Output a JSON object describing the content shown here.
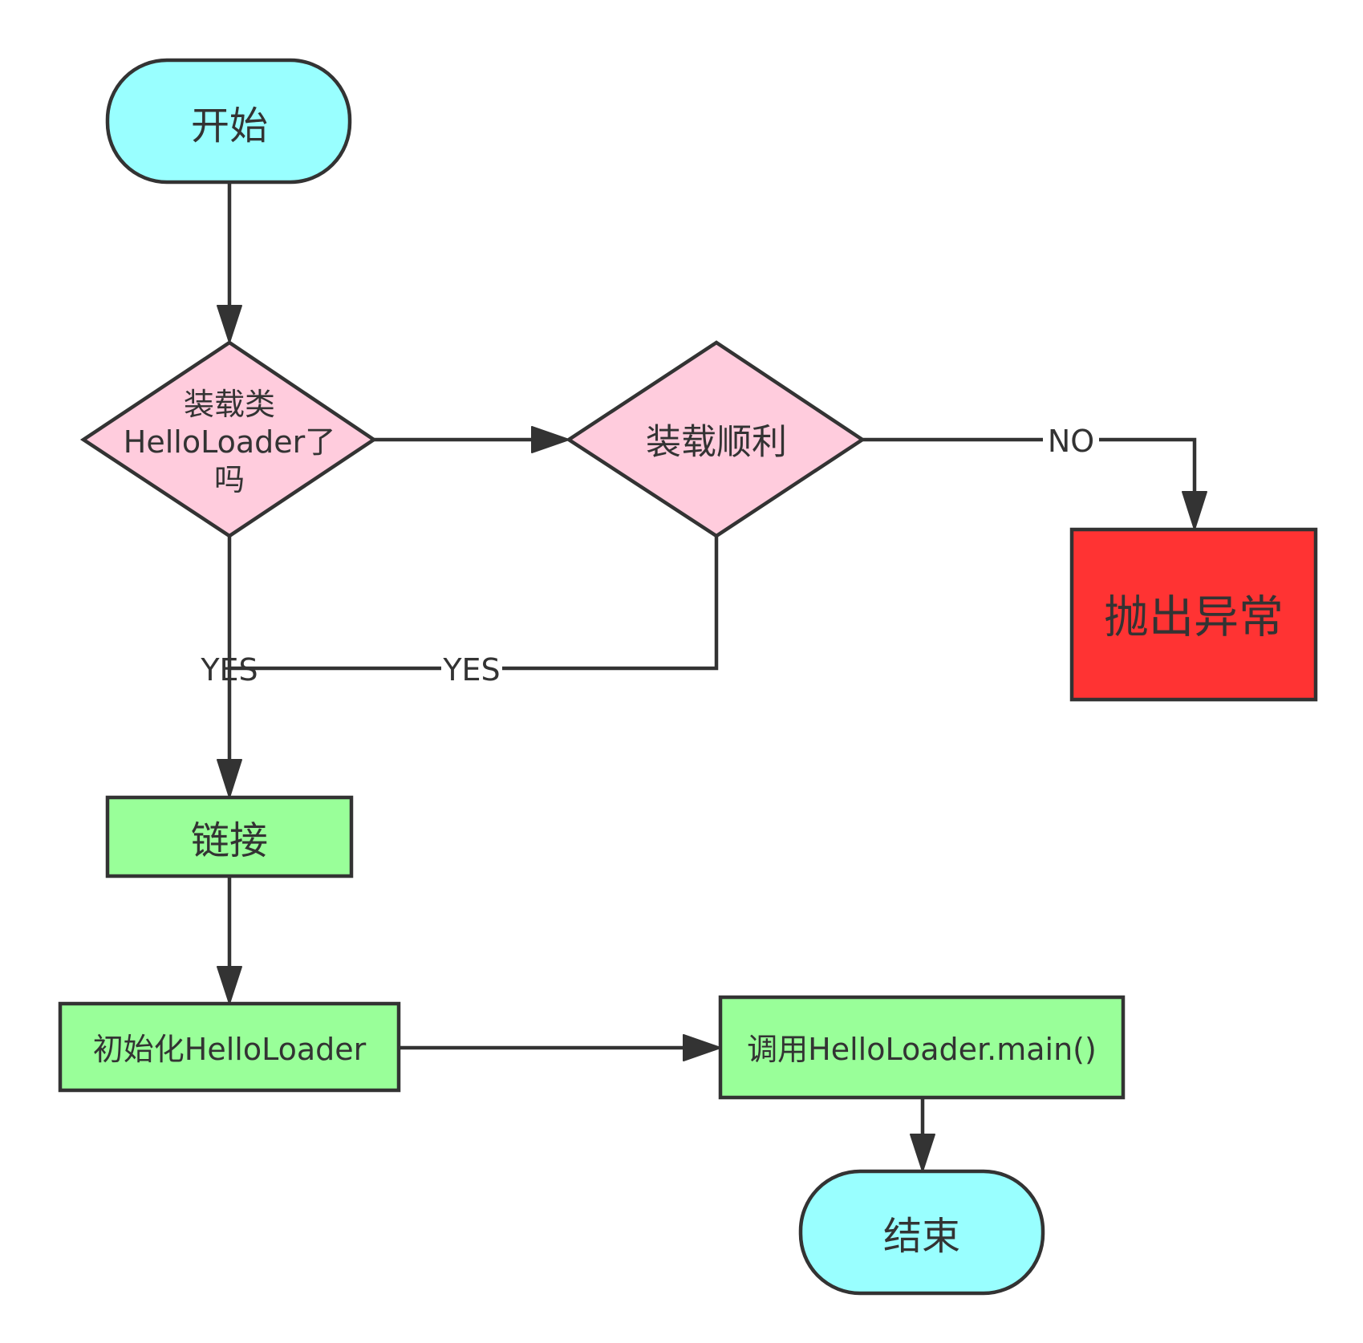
{
  "diagram": {
    "colors": {
      "terminal_fill": "#99ffff",
      "decision_fill": "#ffccdd",
      "process_fill": "#99ff99",
      "error_fill": "#ff3333",
      "stroke": "#333333",
      "text": "#333333"
    },
    "nodes": {
      "start": {
        "label": "开始"
      },
      "decision_loaded": {
        "lines": [
          "装载类",
          "HelloLoader了",
          "吗"
        ]
      },
      "decision_load_ok": {
        "label": "装载顺利"
      },
      "throw_exception": {
        "label": "抛出异常"
      },
      "link": {
        "label": "链接"
      },
      "init": {
        "label": "初始化HelloLoader"
      },
      "invoke_main": {
        "label": "调用HelloLoader.main()"
      },
      "end": {
        "label": "结束"
      }
    },
    "edges": {
      "yes_loaded": "YES",
      "yes_load_ok": "YES",
      "no_load_ok": "NO"
    }
  }
}
